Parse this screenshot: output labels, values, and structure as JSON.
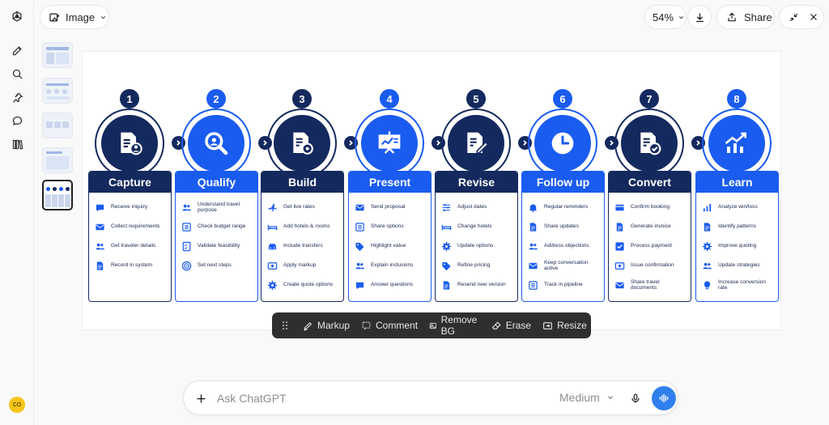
{
  "topbar": {
    "mode_label": "Image",
    "zoom_label": "54%",
    "share_label": "Share"
  },
  "toolbar": {
    "markup": "Markup",
    "comment": "Comment",
    "remove_bg": "Remove BG",
    "erase": "Erase",
    "resize": "Resize"
  },
  "composer": {
    "placeholder": "Ask ChatGPT",
    "model_label": "Medium"
  },
  "avatar": {
    "initials": "CO"
  },
  "colors": {
    "navy": "#14295e",
    "blue": "#1a5cf0",
    "accent_button": "#2f80ed"
  },
  "infographic": {
    "steps": [
      {
        "num": "1",
        "title": "Capture",
        "icon": "document-user-icon",
        "items": [
          {
            "label": "Receive inquiry",
            "icon": "chat-icon"
          },
          {
            "label": "Collect requirements",
            "icon": "mail-icon"
          },
          {
            "label": "Get traveler details",
            "icon": "users-icon"
          },
          {
            "label": "Record in system",
            "icon": "document-icon"
          }
        ]
      },
      {
        "num": "2",
        "title": "Qualify",
        "icon": "magnifier-icon",
        "items": [
          {
            "label": "Understand travel purpose",
            "icon": "users-icon"
          },
          {
            "label": "Check budget range",
            "icon": "list-icon"
          },
          {
            "label": "Validate feasibility",
            "icon": "checklist-icon"
          },
          {
            "label": "Set next steps",
            "icon": "target-icon"
          }
        ]
      },
      {
        "num": "3",
        "title": "Build",
        "icon": "document-gear-icon",
        "items": [
          {
            "label": "Get live rates",
            "icon": "plane-icon"
          },
          {
            "label": "Add hotels & rooms",
            "icon": "bed-icon"
          },
          {
            "label": "Include transfers",
            "icon": "car-icon"
          },
          {
            "label": "Apply markup",
            "icon": "money-icon"
          },
          {
            "label": "Create quote options",
            "icon": "gear-icon"
          }
        ]
      },
      {
        "num": "4",
        "title": "Present",
        "icon": "presentation-icon",
        "items": [
          {
            "label": "Send proposal",
            "icon": "mail-icon"
          },
          {
            "label": "Share options",
            "icon": "list-icon"
          },
          {
            "label": "Highlight value",
            "icon": "tag-icon"
          },
          {
            "label": "Explain inclusions",
            "icon": "users-icon"
          },
          {
            "label": "Answer questions",
            "icon": "chat-icon"
          }
        ]
      },
      {
        "num": "5",
        "title": "Revise",
        "icon": "document-pen-icon",
        "items": [
          {
            "label": "Adjust dates",
            "icon": "sliders-icon"
          },
          {
            "label": "Change hotels",
            "icon": "bed-icon"
          },
          {
            "label": "Update options",
            "icon": "gear-icon"
          },
          {
            "label": "Refine pricing",
            "icon": "tag-icon"
          },
          {
            "label": "Resend new version",
            "icon": "document-icon"
          }
        ]
      },
      {
        "num": "6",
        "title": "Follow up",
        "icon": "clock-icon",
        "items": [
          {
            "label": "Regular reminders",
            "icon": "bell-icon"
          },
          {
            "label": "Share updates",
            "icon": "document-icon"
          },
          {
            "label": "Address objections",
            "icon": "users-icon"
          },
          {
            "label": "Keep conversation active",
            "icon": "mail-icon"
          },
          {
            "label": "Track in pipeline",
            "icon": "list-icon"
          }
        ]
      },
      {
        "num": "7",
        "title": "Convert",
        "icon": "document-check-icon",
        "items": [
          {
            "label": "Confirm booking",
            "icon": "card-icon"
          },
          {
            "label": "Generate invoice",
            "icon": "document-icon"
          },
          {
            "label": "Process payment",
            "icon": "checkbox-icon"
          },
          {
            "label": "Issue confirmation",
            "icon": "money-icon"
          },
          {
            "label": "Share travel documents",
            "icon": "mail-icon"
          }
        ]
      },
      {
        "num": "8",
        "title": "Learn",
        "icon": "growth-chart-icon",
        "items": [
          {
            "label": "Analyze win/loss",
            "icon": "bar-chart-icon"
          },
          {
            "label": "Identify patterns",
            "icon": "document-icon"
          },
          {
            "label": "Improve quoting",
            "icon": "gear-icon"
          },
          {
            "label": "Update strategies",
            "icon": "users-icon"
          },
          {
            "label": "Increase conversion rate",
            "icon": "bulb-icon"
          }
        ]
      }
    ]
  }
}
